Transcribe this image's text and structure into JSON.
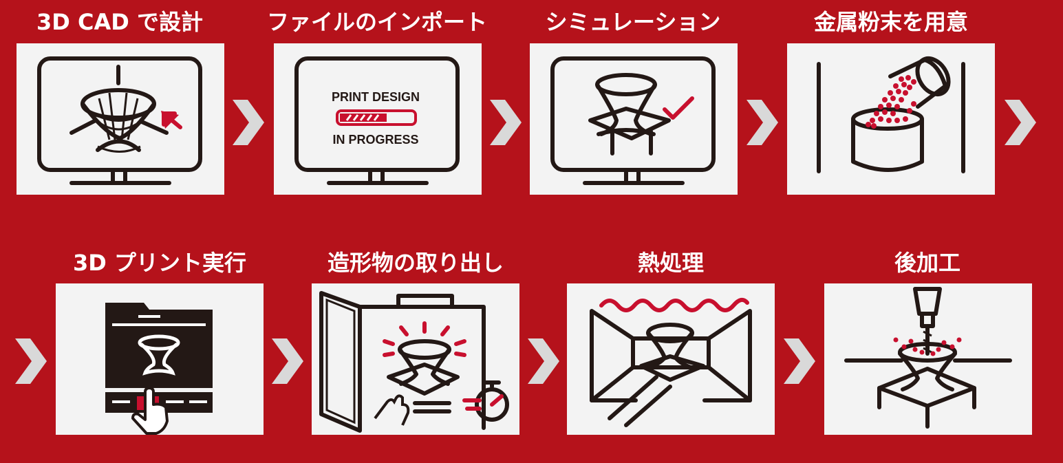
{
  "steps": [
    {
      "title": "3D CAD で設計",
      "icon": "cad-design-monitor-icon"
    },
    {
      "title": "ファイルのインポート",
      "icon": "file-import-monitor-icon",
      "screen_text": {
        "line1": "PRINT DESIGN",
        "line2": "IN PROGRESS"
      }
    },
    {
      "title": "シミュレーション",
      "icon": "simulation-check-icon"
    },
    {
      "title": "金属粉末を用意",
      "icon": "metal-powder-icon"
    },
    {
      "title": "3D プリント実行",
      "icon": "print-execute-folder-icon"
    },
    {
      "title": "造形物の取り出し",
      "icon": "remove-object-icon"
    },
    {
      "title": "熱処理",
      "icon": "heat-treatment-icon"
    },
    {
      "title": "後加工",
      "icon": "post-processing-drill-icon"
    }
  ],
  "arrow_icon": "chevron-right-icon",
  "colors": {
    "background": "#b5121b",
    "card": "#f3f3f3",
    "ink": "#231815",
    "accent": "#c8102e",
    "arrow": "#d9d9d9"
  }
}
